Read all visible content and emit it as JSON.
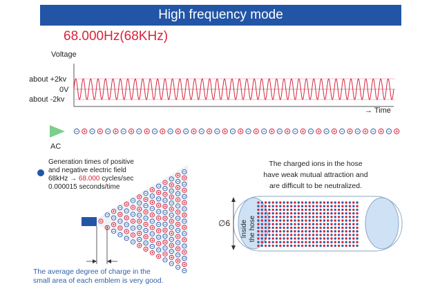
{
  "header": {
    "title": "High frequency mode"
  },
  "frequency_title": "68.000Hz(68KHz)",
  "waveform": {
    "y_axis_label": "Voltage",
    "level_labels": {
      "top": "about +2kv",
      "zero": "0V",
      "bottom": "about -2kv"
    },
    "x_axis_label": "→ Time",
    "cycles_shown": 43
  },
  "ac_label": "AC",
  "generation": {
    "line1": "Generation times of positive",
    "line2": "and negative electric field",
    "line3_prefix": "68kHz → ",
    "line3_value": "68.000",
    "line3_suffix": " cycles/sec",
    "line4": "0.000015 seconds/time"
  },
  "hose_caption": {
    "line1": "The charged ions in the hose",
    "line2": "have weak mutual attraction and",
    "line3": "are difficult to be neutralized."
  },
  "hose": {
    "diameter_label": "∅6",
    "inside_label_line1": "Inside",
    "inside_label_line2": "the hose"
  },
  "bottom_caption": {
    "line1": "The average degree of charge in the",
    "line2": "small area of each emblem is very good."
  },
  "colors": {
    "header_bg": "#2255a6",
    "accent_red": "#d8223a",
    "ion_blue": "#2f5fa8",
    "ac_green": "#7ccf8a",
    "hose_fill": "#cfe2f5"
  }
}
